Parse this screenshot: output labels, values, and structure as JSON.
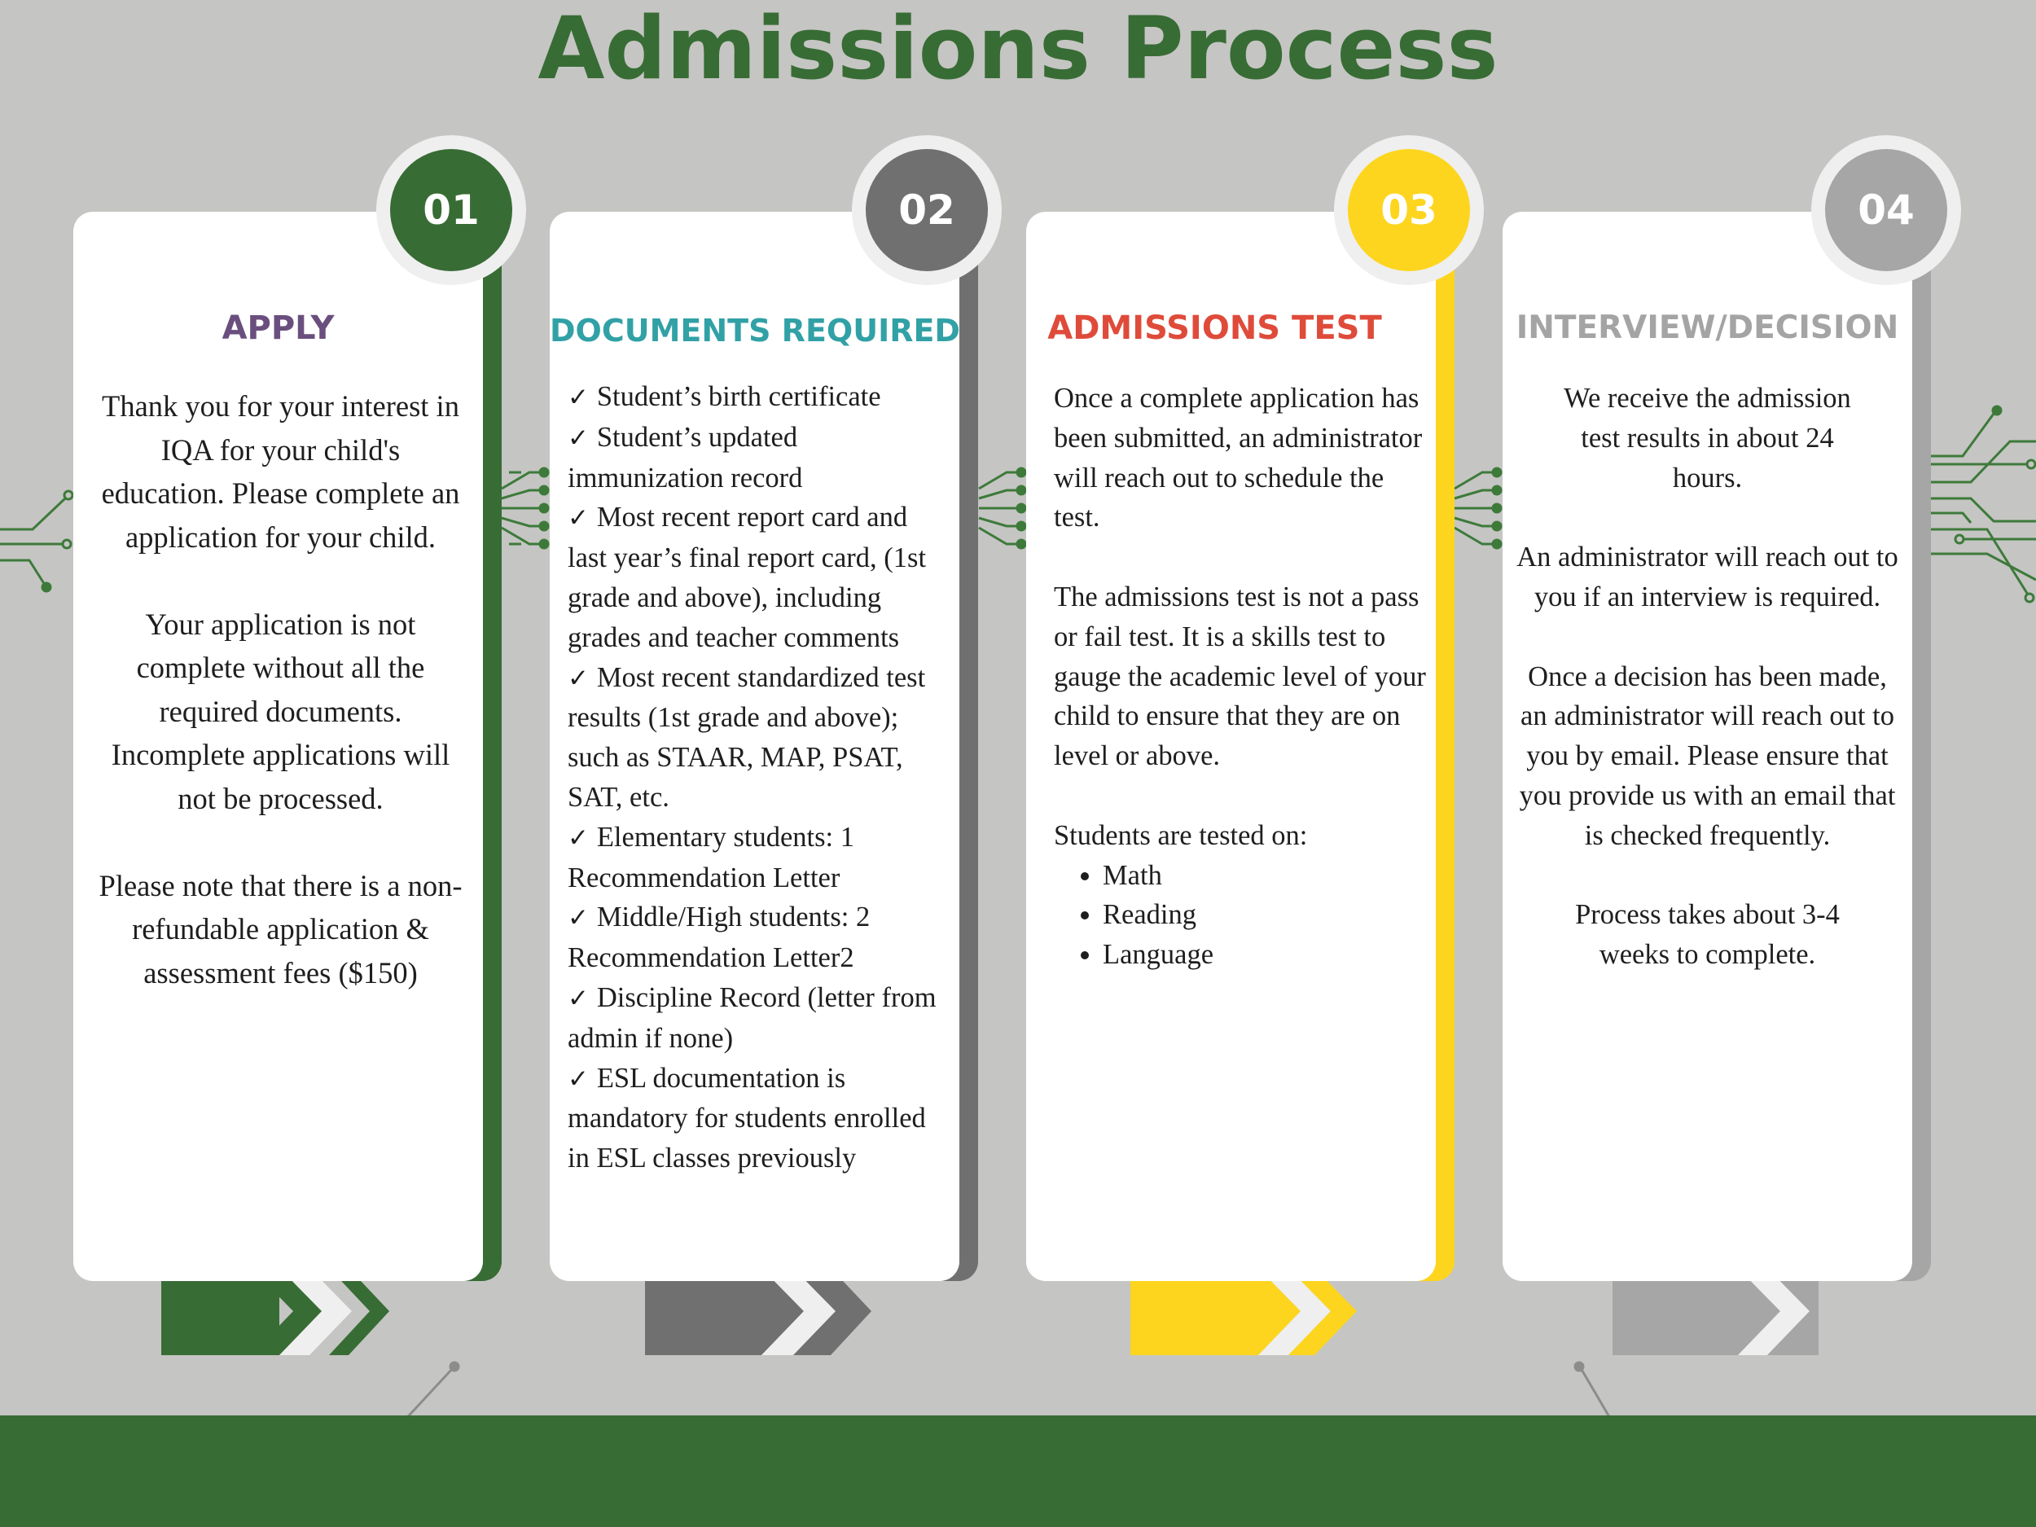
{
  "title": "Admissions Process",
  "colors": {
    "background": "#c5c5c3",
    "green": "#386c35",
    "dark_gray": "#707070",
    "yellow": "#fdd51e",
    "light_gray": "#a6a6a6"
  },
  "steps": [
    {
      "number": "01",
      "heading": "APPLY",
      "heading_color": "#6a4f7e",
      "paragraphs": [
        "Thank you for your interest in IQA for your child's education. Please complete an application for your child.",
        "Your application is not complete without all the required documents. Incomplete applications will not be processed.",
        "Please note that there is a non-refundable application & assessment fees ($150)"
      ]
    },
    {
      "number": "02",
      "heading": "DOCUMENTS REQUIRED",
      "heading_color": "#31a1a6",
      "items": [
        "Student’s birth certificate",
        "Student’s updated immunization record",
        "Most recent report card and last year’s final report card, (1st grade and above), including grades and teacher comments",
        "Most recent standardized test results (1st grade and above); such as STAAR, MAP, PSAT, SAT, etc.",
        "Elementary students: 1 Recommendation Letter",
        "Middle/High students: 2 Recommendation Letter2",
        "Discipline Record (letter from admin if none)",
        "ESL documentation is mandatory for students enrolled in ESL classes previously"
      ]
    },
    {
      "number": "03",
      "heading": "ADMISSIONS TEST",
      "heading_color": "#df4b3a",
      "paragraphs": [
        "Once a complete application has been submitted, an administrator will reach out to schedule the test.",
        "The admissions test is not a pass or fail test. It is a skills test to gauge the academic level of your child to ensure that they are on level or above.",
        "Students are tested on:"
      ],
      "subjects": [
        "Math",
        "Reading",
        "Language"
      ]
    },
    {
      "number": "04",
      "heading": "INTERVIEW/DECISION",
      "heading_color": "#a4a4a4",
      "paragraphs": [
        "We receive the admission test results in about 24 hours.",
        "An administrator will reach out to you if an interview is required.",
        "Once a decision has been made, an administrator will reach out to you by email. Please ensure that you provide us with an email that is checked frequently.",
        "Process takes about 3-4 weeks to complete."
      ]
    }
  ]
}
